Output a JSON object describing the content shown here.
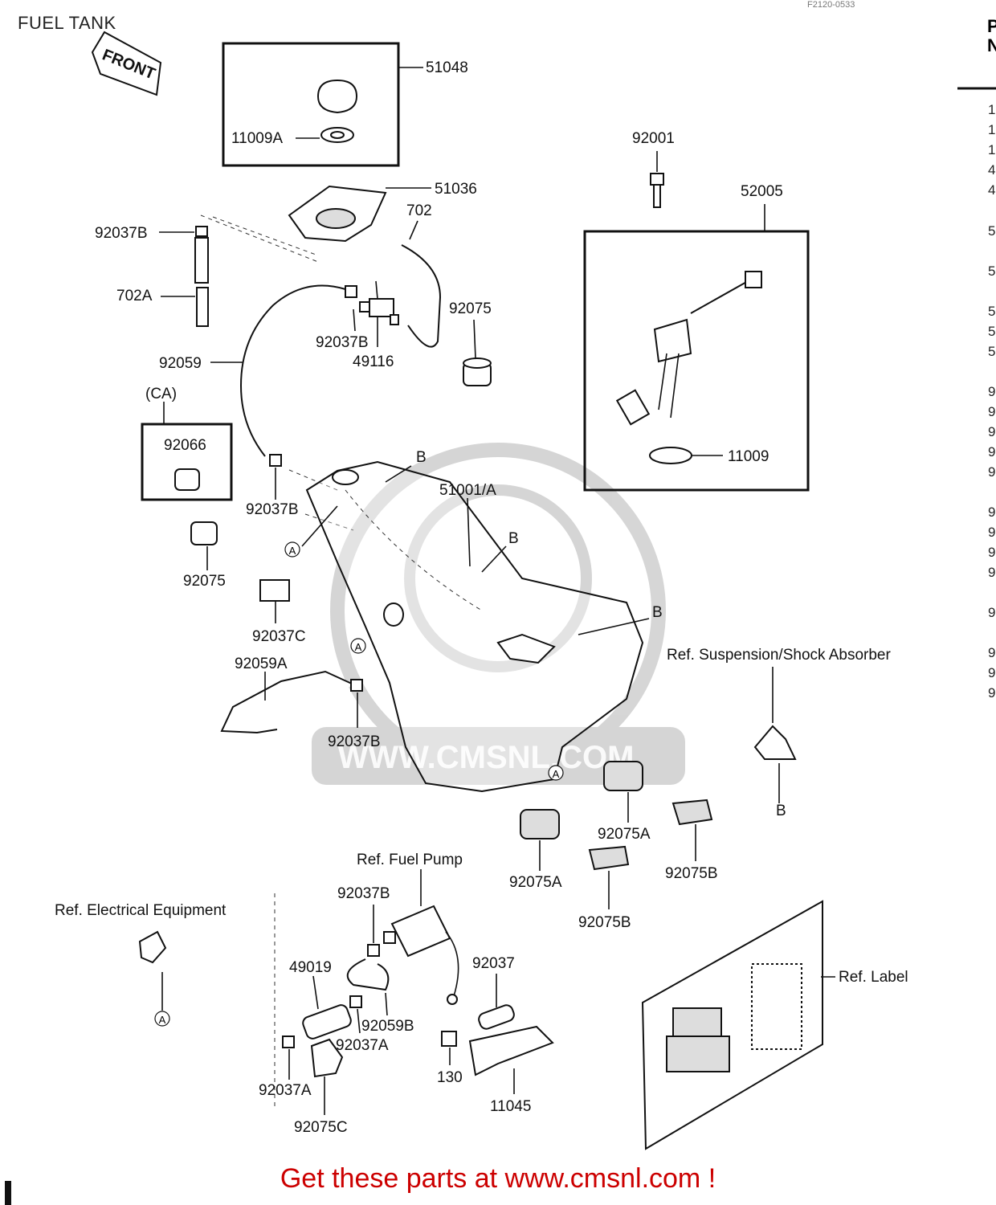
{
  "title": "FUEL TANK",
  "diagram_code": "F2120-0533",
  "footer": "Get these parts at www.cmsnl.com !",
  "watermark": "WWW.CMSNL.COM",
  "front_arrow": "FRONT",
  "labels": {
    "p51048": "51048",
    "p11009A": "11009A",
    "p92001": "92001",
    "p52005": "52005",
    "p51036": "51036",
    "p702": "702",
    "p92037B_top": "92037B",
    "p702A": "702A",
    "p92075_top": "92075",
    "p92037B_mid": "92037B",
    "p49116": "49116",
    "p92059": "92059",
    "pCA": "(CA)",
    "p92066": "92066",
    "p92037B_left": "92037B",
    "p51001A": "51001/A",
    "p11009": "11009",
    "p92075_left": "92075",
    "p92037C": "92037C",
    "p92059A": "92059A",
    "p92037B_lower": "92037B",
    "ref_suspension": "Ref. Suspension/Shock Absorber",
    "p92075A_right": "92075A",
    "p92075B_right": "92075B",
    "p92075A_left": "92075A",
    "p92075B_left": "92075B",
    "ref_fuel_pump": "Ref. Fuel Pump",
    "p92037B_pump": "92037B",
    "ref_electrical": "Ref. Electrical Equipment",
    "p49019": "49019",
    "p92037": "92037",
    "p92059B": "92059B",
    "p92037A_a": "92037A",
    "p92037A_b": "92037A",
    "p130": "130",
    "p11045": "11045",
    "p92075C": "92075C",
    "ref_label": "Ref. Label",
    "mark_A": "A",
    "mark_B": "B"
  },
  "right_column": {
    "header": [
      "P",
      "N"
    ],
    "numbers": [
      "1",
      "1",
      "1",
      "4",
      "4",
      "5",
      "5",
      "5",
      "5",
      "5",
      "9",
      "9",
      "9",
      "9",
      "9",
      "9",
      "9",
      "9",
      "9",
      "9",
      "9",
      "9",
      "9"
    ]
  }
}
